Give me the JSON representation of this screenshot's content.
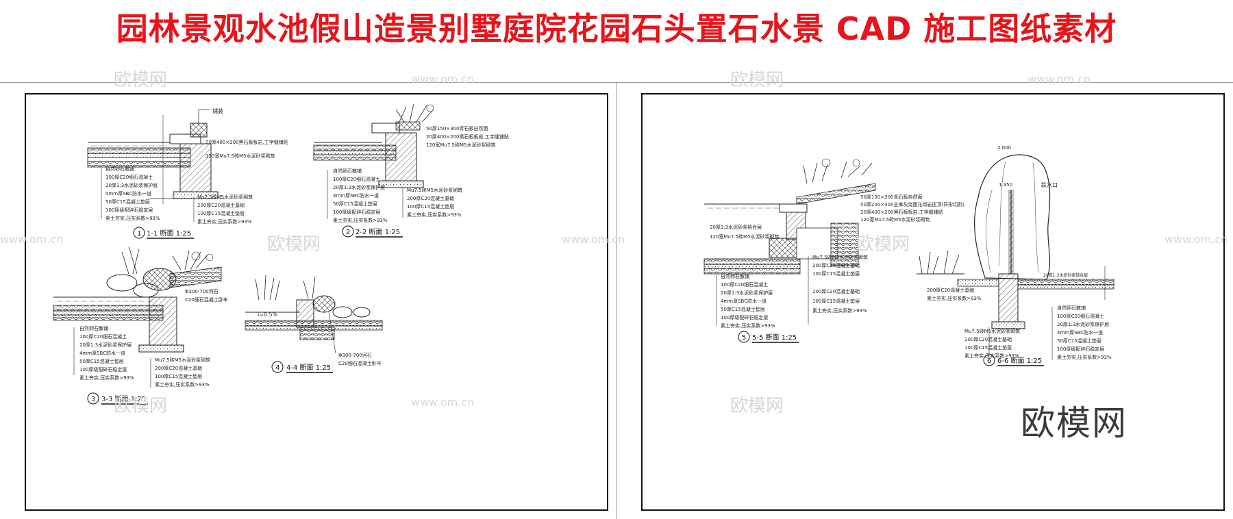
{
  "page_title": "园林景观水池假山造景别墅庭院花园石头置石水景 CAD 施工图纸素材",
  "watermark": {
    "brand": "欧模网",
    "url": "www.om.cn"
  },
  "sheet_left": {
    "sections": [
      {
        "number": "1",
        "title": "1-1 断面 1:25",
        "top_label": "铺装",
        "notes_right_top": [
          "20厚400×200黑石板板岩,工字缝铺贴",
          "120宽Mu7.5砖M5水泥砂浆砌筑"
        ],
        "notes_left": [
          "自然卵石散铺",
          "100厚C20细石混凝土",
          "20厚1:3水泥砂浆保护层",
          "4mm厚SBC防水一道",
          "50厚C15混凝土垫层",
          "100厚级配碎石稳定层",
          "素土夯实,压实系数>93%"
        ],
        "notes_right": [
          "Mu7.5砖M5水泥砂浆砌筑",
          "200厚C20混凝土基础",
          "100厚C15混凝土垫层",
          "素土夯实,压实系数>93%"
        ]
      },
      {
        "number": "2",
        "title": "2-2 断面 1:25",
        "notes_right_top": [
          "50厚150×300青石板自然面",
          "20厚400×200黑石板板岩,工字缝铺贴",
          "120宽Mu7.5砖M5水泥砂浆砌筑"
        ],
        "notes_left": [
          "自然卵石散铺",
          "100厚C20细石混凝土",
          "20厚1:3水泥砂浆保护层",
          "4mm厚SBC防水一道",
          "50厚C15混凝土垫层",
          "100厚级配碎石稳定层",
          "素土夯实,压实系数>93%"
        ],
        "notes_right": [
          "Mu7.5砖M5水泥砂浆砌筑",
          "200厚C20混凝土基础",
          "100厚C15混凝土垫层",
          "素土夯实,压实系数>93%"
        ]
      },
      {
        "number": "3",
        "title": "3-3 断面 1:25",
        "callout": [
          "Φ300-700河石",
          "C20细石混凝土卧牢"
        ],
        "notes_left": [
          "自然卵石散铺",
          "100厚C20细石混凝土",
          "20厚1:3水泥砂浆保护层",
          "4mm厚SBC防水一道",
          "50厚C15混凝土垫层",
          "100厚级配碎石稳定层",
          "素土夯实,压实系数>93%"
        ],
        "notes_right": [
          "Mu7.5砖M5水泥砂浆砌筑",
          "200厚C20混凝土基础",
          "100厚C15混凝土垫层",
          "素土夯实,压实系数>93%"
        ]
      },
      {
        "number": "4",
        "title": "4-4 断面 1:25",
        "slope": "i=0.5%",
        "callout": [
          "Φ300-700河石",
          "C20细石混凝土卧牢"
        ]
      }
    ]
  },
  "sheet_right": {
    "sections": [
      {
        "number": "5",
        "title": "5-5 断面 1:25",
        "notes_right_top": [
          "50厚150×300青石板自然面",
          "50厚200×400芝麻灰烧面花岗岩压顶(异形切割)",
          "20厚400×200黑石板板岩,工字缝铺贴",
          "120宽Mu7.5砖M5水泥砂浆砌筑"
        ],
        "notes_left_top": [
          "20厚1:3水泥砂浆结合层",
          "120宽Mu7.5砖M5水泥砂浆砌筑"
        ],
        "notes_left": [
          "自然卵石散铺",
          "100厚C20细石混凝土",
          "20厚1:3水泥砂浆保护层",
          "4mm厚SBC防水一道",
          "50厚C15混凝土垫层",
          "100厚级配碎石稳定层",
          "素土夯实,压实系数>93%"
        ],
        "notes_right": [
          "Mu7.5砖M5水泥砂浆砌筑",
          "200厚C20混凝土基础",
          "100厚C15混凝土垫层",
          "200厚C20混凝土基础",
          "100厚C15混凝土垫层",
          "素土夯实,压实系数>93%"
        ]
      },
      {
        "number": "6",
        "title": "6-6 断面 1:25",
        "elevation_top": "2.000",
        "elevation_mid": "1.350",
        "outlet": "跌水口",
        "note_mortar": "20厚1:3水泥砂浆结合层",
        "notes_left": [
          "200厚C20混凝土基础",
          "素土夯实,压实系数>93%"
        ],
        "notes_bottom_left": [
          "Mu7.5砖M5水泥砂浆砌筑",
          "200厚C20混凝土基础",
          "100厚C15混凝土垫层",
          "素土夯实,压实系数>93%"
        ],
        "notes_bottom_right": [
          "自然卵石散铺",
          "100厚C20细石混凝土",
          "20厚1:3水泥砂浆保护层",
          "4mm厚SBC防水一道",
          "50厚C15混凝土垫层",
          "100厚级配碎石稳定层",
          "素土夯实,压实系数>93%"
        ]
      }
    ]
  }
}
